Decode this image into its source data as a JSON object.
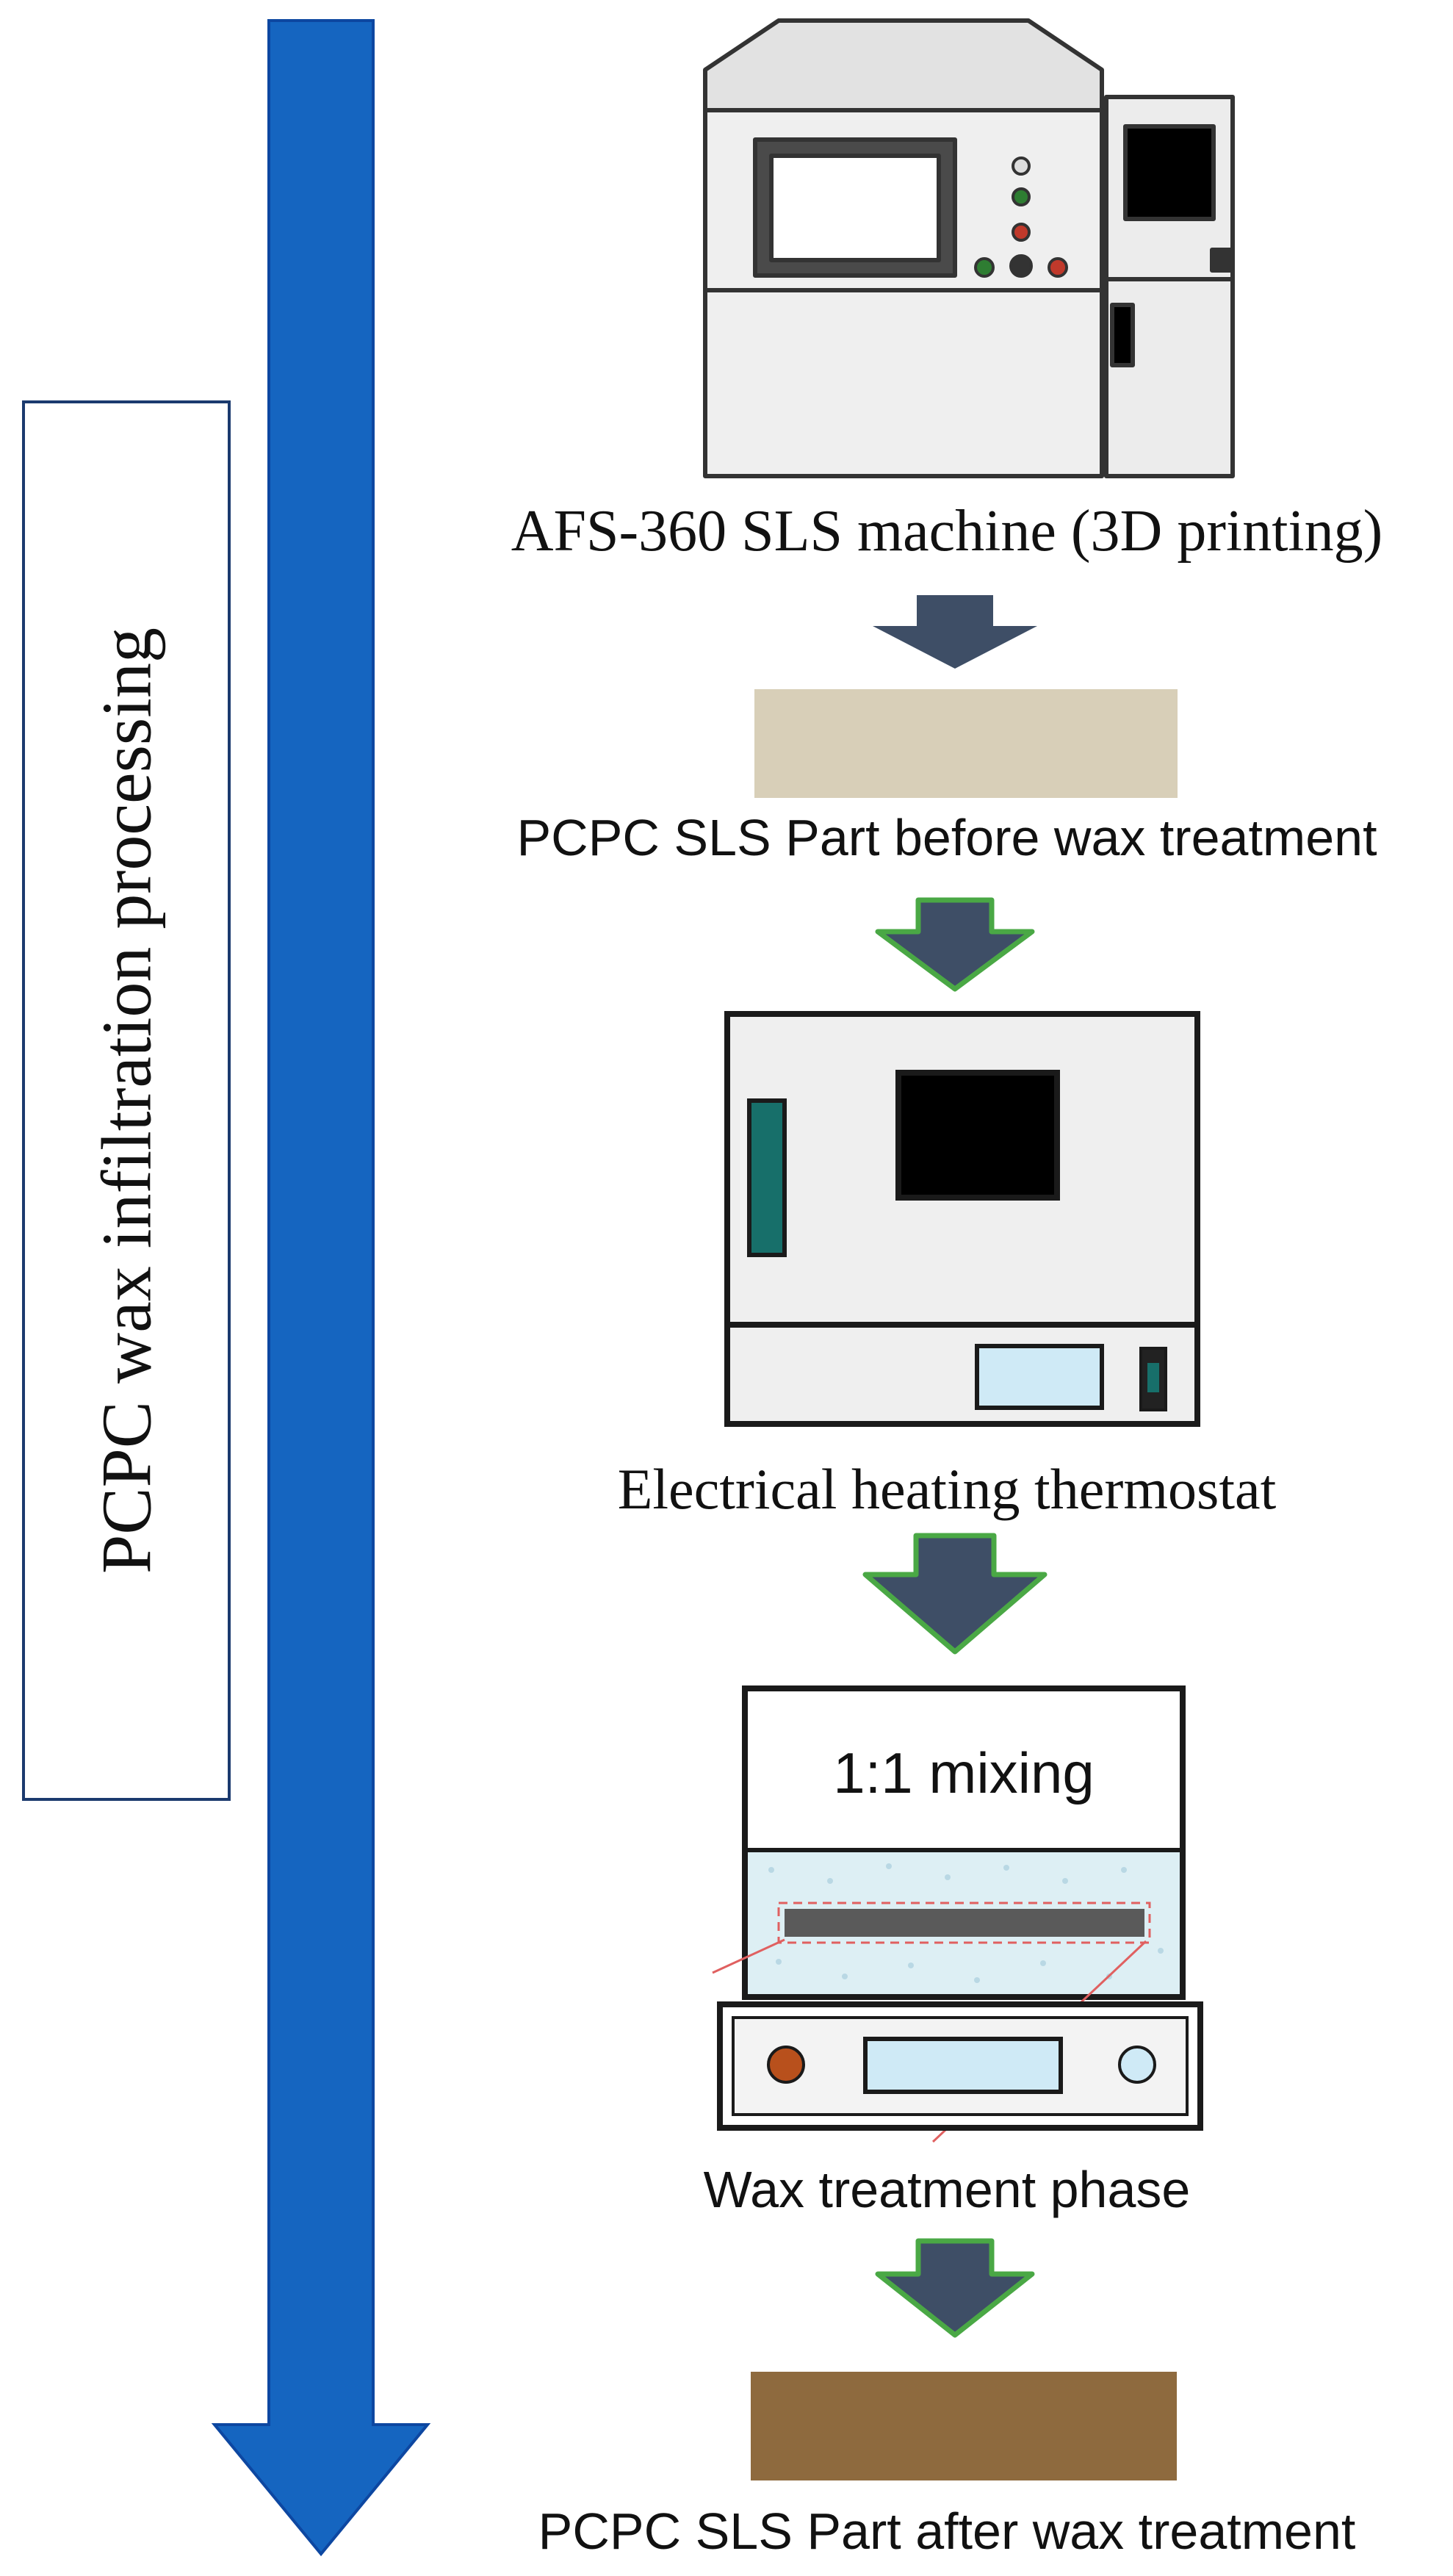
{
  "process_label": "PCPC wax infiltration processing",
  "steps": [
    {
      "label": "AFS-360 SLS machine (3D printing)",
      "icon": "sls-machine-icon"
    },
    {
      "label": "PCPC SLS Part before wax treatment",
      "icon": "part-before-sample"
    },
    {
      "label": "Electrical heating thermostat",
      "icon": "thermostat-oven-icon"
    },
    {
      "label": "Wax treatment phase",
      "icon": "wax-bath-icon"
    },
    {
      "label": "PCPC SLS Part after wax treatment",
      "icon": "part-after-sample"
    }
  ],
  "wax_bath": {
    "tank_text": "1:1 mixing"
  },
  "colors": {
    "process_arrow": "#1565C0",
    "step_arrow_fill": "#3E4E66",
    "step_arrow_outline": "#4AA845",
    "part_before": "#D8CFB8",
    "part_after": "#8E6A3E",
    "side_box_border": "#1B3A6E"
  }
}
